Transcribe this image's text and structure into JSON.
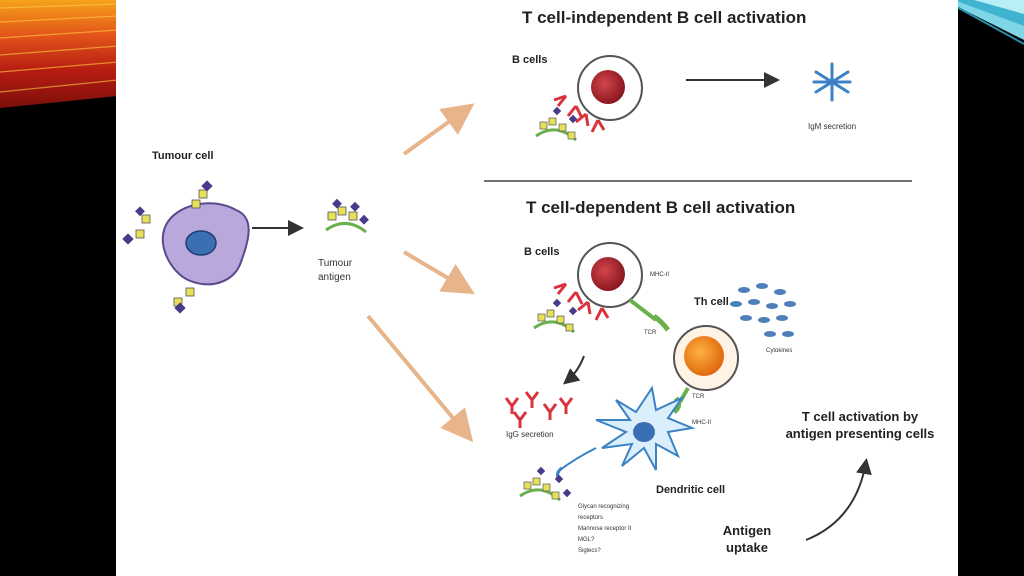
{
  "colors": {
    "background": "#000000",
    "figure_bg": "#ffffff",
    "arrow_orange": "#e8b48a",
    "bcell_nucleus": "#a8262e",
    "thcell_body": "#f08a1c",
    "tumour_body": "#b8a8dc",
    "antibody_red": "#d9343c",
    "antigen_yellow": "#e6e05a",
    "antigen_purple": "#4a3a8a",
    "receptor_green": "#6ab04c",
    "dendritic_blue": "#3b82c4"
  },
  "labels": {
    "tumour_cell": "Tumour cell",
    "tumour_antigen_line1": "Tumour",
    "tumour_antigen_line2": "antigen",
    "ti_title": "T cell-independent B cell activation",
    "ti_bcells": "B cells",
    "igm_secretion": "IgM secretion",
    "td_title": "T cell-dependent B cell activation",
    "td_bcells": "B cells",
    "mhc2_top": "MHC-II",
    "th_cell": "Th cell",
    "tcr_top": "TCR",
    "cytokines": "Cytokines",
    "tcr_bottom": "TCR",
    "mhc2_bottom": "MHC-II",
    "igg_secretion": "IgG secretion",
    "dendritic_cell": "Dendritic cell",
    "receptor_list": [
      "Glycan recognizing",
      "receptors",
      "Mannose receptor II",
      "MGL?",
      "Siglecs?"
    ],
    "tcell_activation_line1": "T cell activation by",
    "tcell_activation_line2": "antigen presenting cells",
    "antigen_uptake_line1": "Antigen",
    "antigen_uptake_line2": "uptake"
  },
  "icons": {
    "slide_decoration_left": "orange-stripes",
    "slide_decoration_right": "cyan-stripes"
  }
}
